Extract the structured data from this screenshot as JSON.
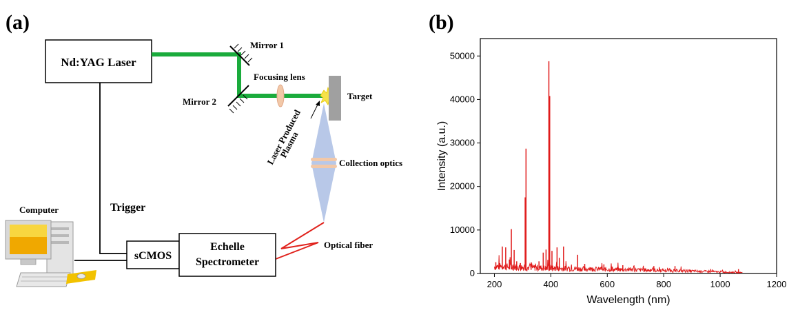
{
  "panel_a": {
    "label": "(a)",
    "laser": "Nd:YAG Laser",
    "mirror1": "Mirror 1",
    "mirror2": "Mirror 2",
    "focusing_lens": "Focusing lens",
    "target": "Target",
    "plasma_line1": "Laser Produced",
    "plasma_line2": "Plasma",
    "collection_optics": "Collection optics",
    "trigger": "Trigger",
    "computer": "Computer",
    "scmos": "sCMOS",
    "spectrometer_line1": "Echelle",
    "spectrometer_line2": "Spectrometer",
    "optical_fiber": "Optical fiber",
    "colors": {
      "beam": "#1aab3c",
      "fiber": "#e0221c",
      "lens": "#f2c8a8",
      "target": "#a0a0a0",
      "collection_cone": "#b8c8e8",
      "plasma": "#f6e24a"
    }
  },
  "panel_b": {
    "label": "(b)",
    "chart_data": {
      "type": "line",
      "xlabel": "Wavelength (nm)",
      "ylabel": "Intensity (a.u.)",
      "xlim": [
        150,
        1200
      ],
      "ylim": [
        0,
        54000
      ],
      "x_ticks": [
        200,
        400,
        600,
        800,
        1000,
        1200
      ],
      "y_ticks": [
        0,
        10000,
        20000,
        30000,
        40000,
        50000
      ],
      "grid": false,
      "color": "#e01a1a",
      "series": [
        {
          "peaks": [
            {
              "x": 205,
              "y": 2600
            },
            {
              "x": 228,
              "y": 6200
            },
            {
              "x": 240,
              "y": 6000
            },
            {
              "x": 253,
              "y": 3200
            },
            {
              "x": 260,
              "y": 10200
            },
            {
              "x": 270,
              "y": 5400
            },
            {
              "x": 279,
              "y": 2800
            },
            {
              "x": 292,
              "y": 2400
            },
            {
              "x": 309,
              "y": 17500
            },
            {
              "x": 312,
              "y": 28700
            },
            {
              "x": 330,
              "y": 2200
            },
            {
              "x": 358,
              "y": 2800
            },
            {
              "x": 373,
              "y": 4800
            },
            {
              "x": 383,
              "y": 5500
            },
            {
              "x": 393,
              "y": 48800
            },
            {
              "x": 396,
              "y": 40800
            },
            {
              "x": 404,
              "y": 5200
            },
            {
              "x": 422,
              "y": 6000
            },
            {
              "x": 430,
              "y": 3600
            },
            {
              "x": 445,
              "y": 6200
            },
            {
              "x": 495,
              "y": 4300
            },
            {
              "x": 520,
              "y": 2200
            },
            {
              "x": 588,
              "y": 2100
            },
            {
              "x": 616,
              "y": 1600
            },
            {
              "x": 655,
              "y": 1900
            },
            {
              "x": 765,
              "y": 1700
            },
            {
              "x": 840,
              "y": 1700
            },
            {
              "x": 1065,
              "y": 1000
            }
          ]
        }
      ]
    }
  }
}
